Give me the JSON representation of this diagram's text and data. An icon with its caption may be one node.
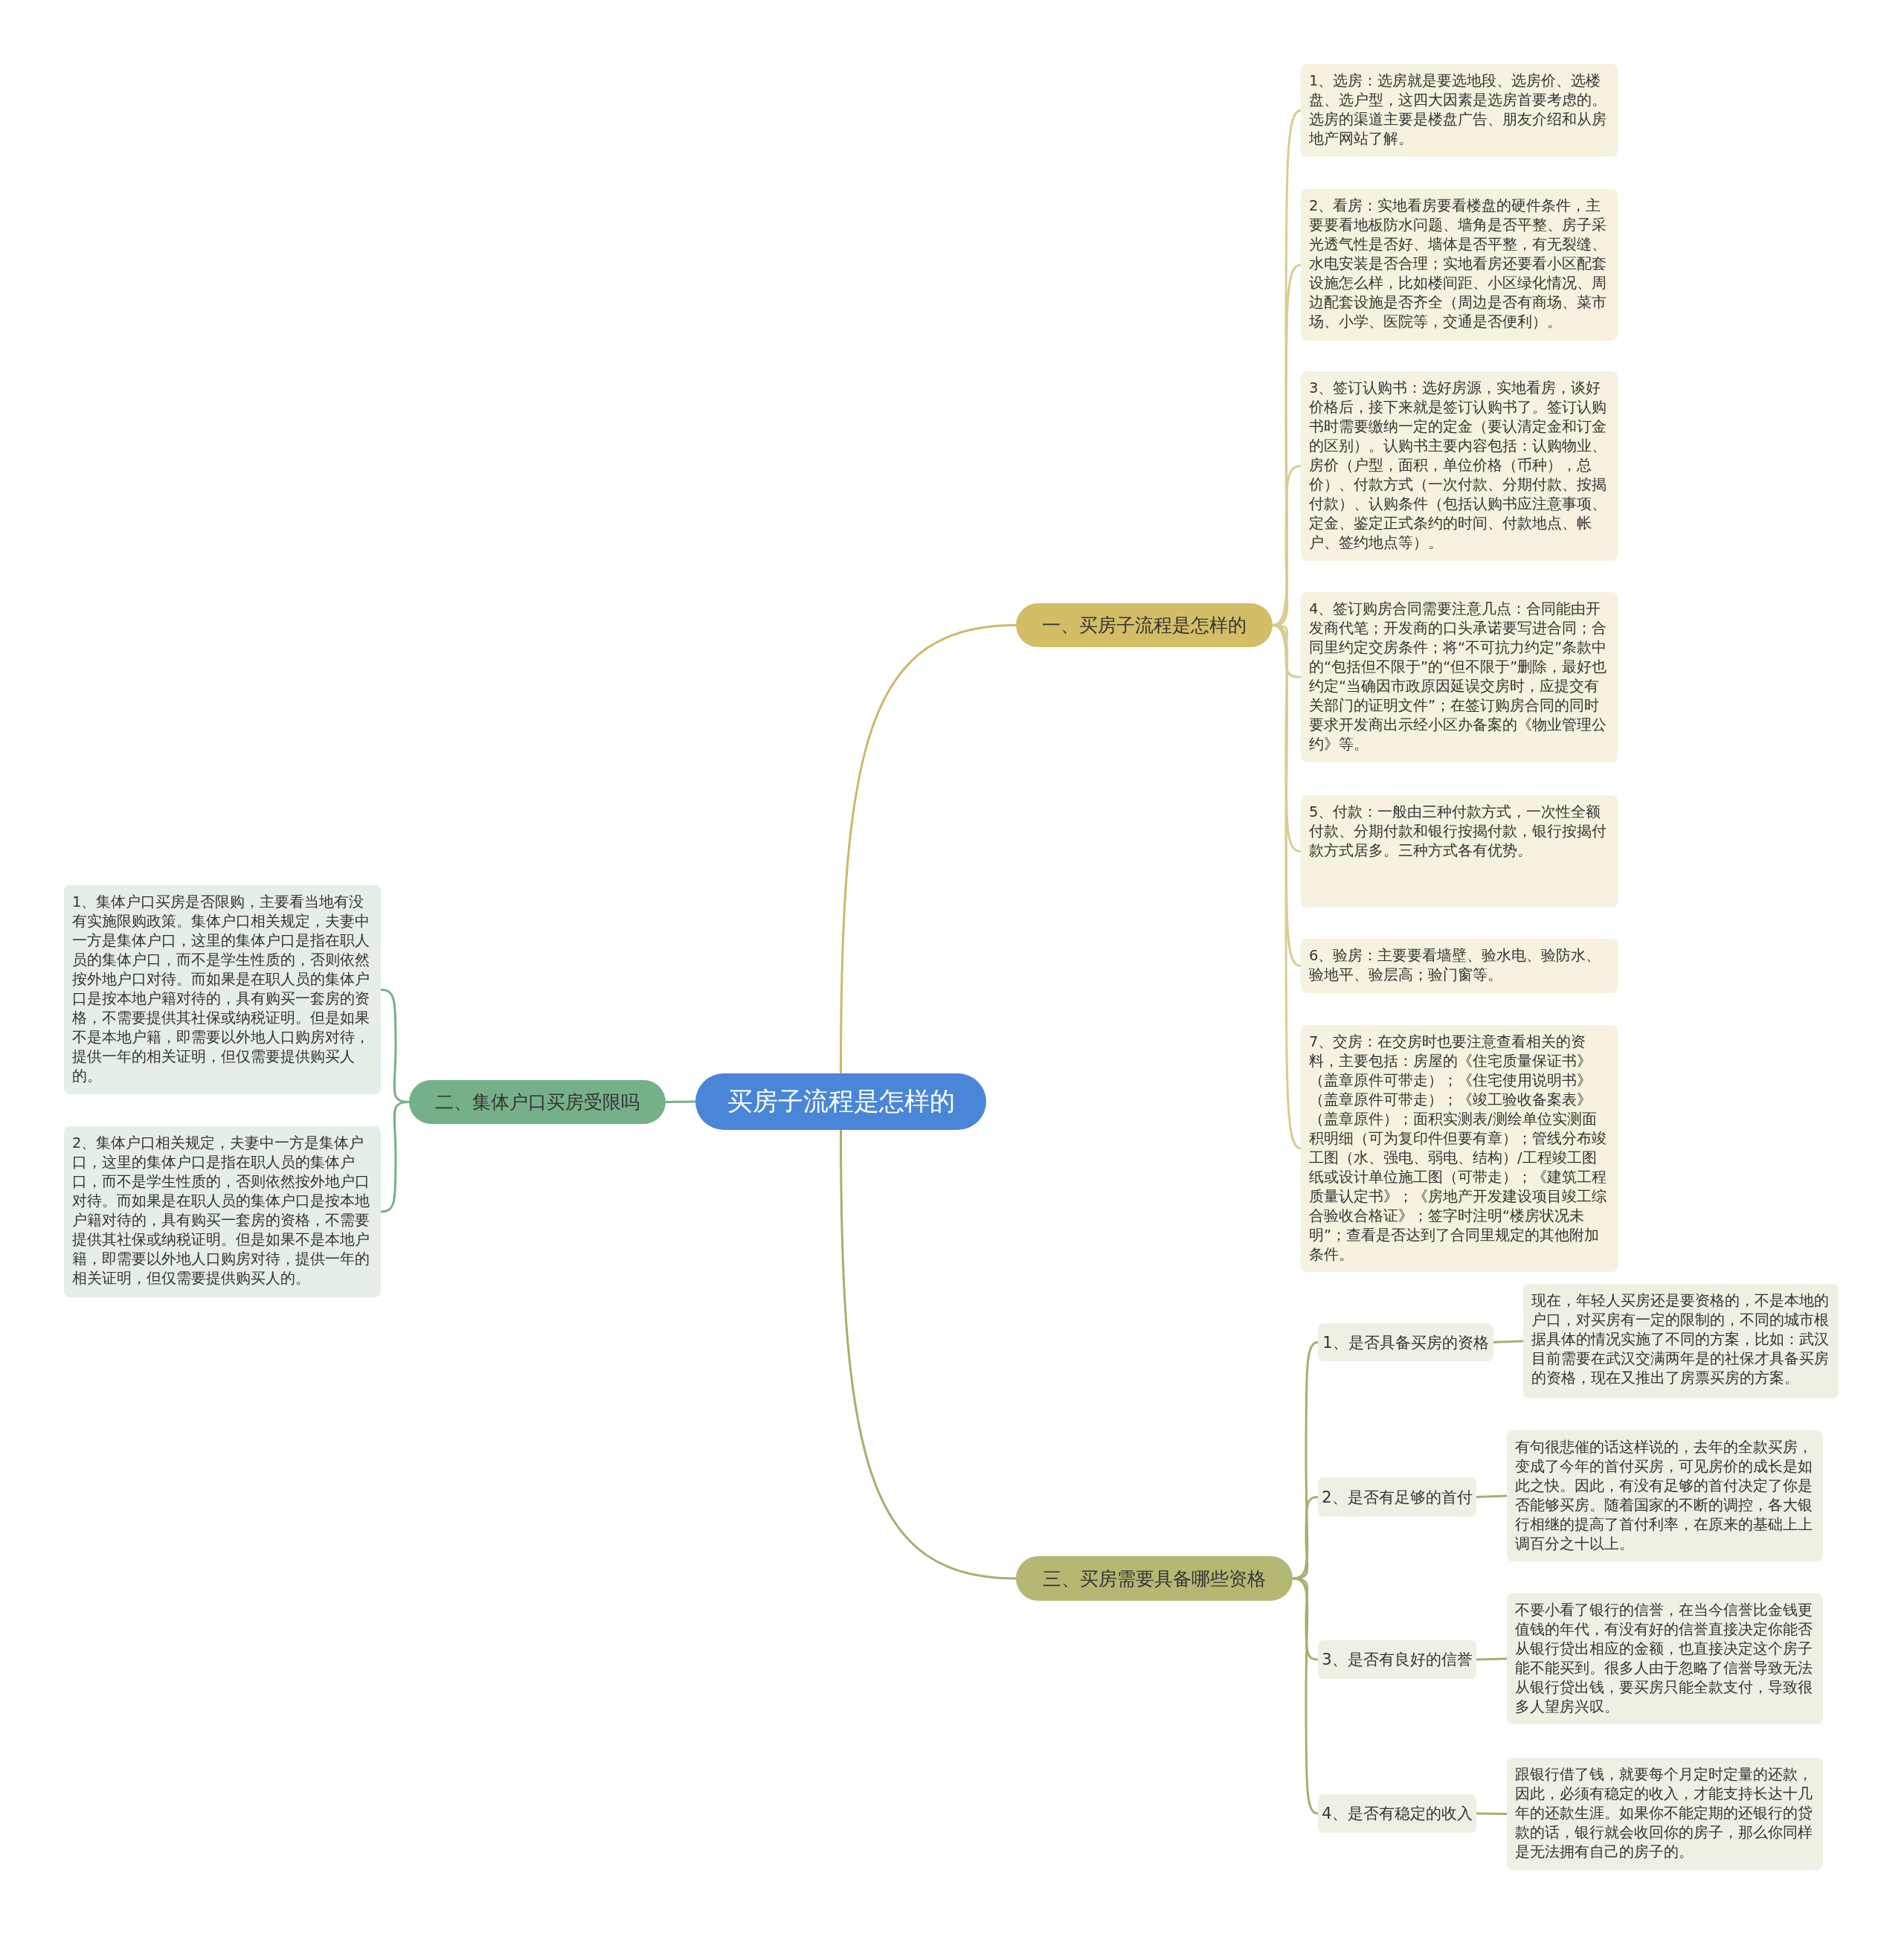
{
  "diagram": {
    "nodes": [
      {
        "text": [
          "买房子流程是怎样的"
        ]
      },
      {
        "text": [
          "一、买房子流程是怎样的"
        ]
      },
      {
        "text": [
          "1、选房：选房就是要选地段、选房价、选楼盘、选户型，这四大因素是选房首要考虑的。选房的渠道主要是楼盘广告、朋友介绍和从房地产网站了解。"
        ]
      },
      {
        "text": [
          "2、看房：实地看房要看楼盘的硬件条件，主要要看地板防水问题、墙角是否平整、房子采光透气性是否好、墙体是否平整，有无裂缝、水电安装是否合理；实地看房还要看小区配套设施怎么样，比如楼间距、小区绿化情况、周边配套设施是否齐全（周边是否有商场、菜市场、小学、医院等，交通是否便利）。"
        ]
      },
      {
        "text": [
          "3、签订认购书：选好房源，实地看房，谈好价格后，接下来就是签订认购书了。签订认购书时需要缴纳一定的定金（要认清定金和订金的区别）。认购书主要内容包括：认购物业、房价（户型，面积，单位价格（币种），总价）、付款方式（一次付款、分期付款、按揭付款）、认购条件（包括认购书应注意事项、定金、鉴定正式条约的时间、付款地点、帐户、签约地点等）。"
        ]
      },
      {
        "text": [
          "4、签订购房合同需要注意几点：合同能由开发商代笔；开发商的口头承诺要写进合同；合同里约定交房条件；将“不可抗力约定”条款中的“包括但不限于”的“但不限于”删除，最好也约定“当确因市政原因延误交房时，应提交有关部门的证明文件”；在签订购房合同的同时要求开发商出示经小区办备案的《物业管理公约》等。"
        ]
      },
      {
        "text": [
          "5、付款：一般由三种付款方式，一次性全额付款、分期付款和银行按揭付款，银行按揭付款方式居多。三种方式各有优势。"
        ]
      },
      {
        "text": [
          "6、验房：主要要看墙壁、验水电、验防水、验地平、验层高；验门窗等。"
        ]
      },
      {
        "text": [
          "7、交房：在交房时也要注意查看相关的资料，主要包括：房屋的《住宅质量保证书》（盖章原件可带走）；《住宅使用说明书》（盖章原件可带走）；《竣工验收备案表》（盖章原件）；面积实测表/测绘单位实测面积明细（可为复印件但要有章）；管线分布竣工图（水、强电、弱电、结构）/工程竣工图纸或设计单位施工图（可带走）；《建筑工程质量认定书》；《房地产开发建设项目竣工综合验收合格证》；签字时注明“楼房状况未明”；查看是否达到了合同里规定的其他附加条件。"
        ]
      },
      {
        "text": [
          "二、集体户口买房受限吗"
        ]
      },
      {
        "text": [
          "1、集体户口买房是否限购，主要看当地有没有实施限购政策。集体户口相关规定，夫妻中一方是集体户口，这里的集体户口是指在职人员的集体户口，而不是学生性质的，否则依然按外地户口对待。而如果是在职人员的集体户口是按本地户籍对待的，具有购买一套房的资格，不需要提供其社保或纳税证明。但是如果不是本地户籍，即需要以外地人口购房对待，提供一年的相关证明，但仅需要提供购买人的。"
        ]
      },
      {
        "text": [
          "2、集体户口相关规定，夫妻中一方是集体户口，这里的集体户口是指在职人员的集体户口，而不是学生性质的，否则依然按外地户口对待。而如果是在职人员的集体户口是按本地户籍对待的，具有购买一套房的资格，不需要提供其社保或纳税证明。但是如果不是本地户籍，即需要以外地人口购房对待，提供一年的相关证明，但仅需要提供购买人的。"
        ]
      },
      {
        "text": [
          "三、买房需要具备哪些资格"
        ]
      },
      {
        "text": [
          "1、是否具备买房的资格"
        ]
      },
      {
        "text": [
          "现在，年轻人买房还是要资格的，不是本地的户口，对买房有一定的限制的，不同的城市根据具体的情况实施了不同的方案，比如：武汉目前需要在武汉交满两年是的社保才具备买房的资格，现在又推出了房票买房的方案。"
        ]
      },
      {
        "text": [
          "2、是否有足够的首付"
        ]
      },
      {
        "text": [
          "有句很悲催的话这样说的，去年的全款买房，变成了今年的首付买房，可见房价的成长是如此之快。因此，有没有足够的首付决定了你是否能够买房。随着国家的不断的调控，各大银行相继的提高了首付利率，在原来的基础上上调百分之十以上。"
        ]
      },
      {
        "text": [
          "3、是否有良好的信誉"
        ]
      },
      {
        "text": [
          "不要小看了银行的信誉，在当今信誉比金钱更值钱的年代，有没有好的信誉直接决定你能否从银行贷出相应的金额，也直接决定这个房子能不能买到。很多人由于忽略了信誉导致无法从银行贷出钱，要买房只能全款支付，导致很多人望房兴叹。"
        ]
      },
      {
        "text": [
          "4、是否有稳定的收入"
        ]
      },
      {
        "text": [
          "跟银行借了钱，就要每个月定时定量的还款，因此，必须有稳定的收入，才能支持长达十几年的还款生涯。如果你不能定期的还银行的贷款的话，银行就会收回你的房子，那么你同样是无法拥有自己的房子的。"
        ]
      }
    ],
    "edges": [
      {
        "from": 0,
        "to": 1,
        "arrow": "none",
        "color": "#cdb86a"
      },
      {
        "from": 1,
        "to": 2,
        "arrow": "none",
        "color": "#d9cc91"
      },
      {
        "from": 1,
        "to": 3,
        "arrow": "none",
        "color": "#d9cc91"
      },
      {
        "from": 1,
        "to": 4,
        "arrow": "none",
        "color": "#d9cc91"
      },
      {
        "from": 1,
        "to": 5,
        "arrow": "none",
        "color": "#d9cc91"
      },
      {
        "from": 1,
        "to": 6,
        "arrow": "none",
        "color": "#d9cc91"
      },
      {
        "from": 1,
        "to": 7,
        "arrow": "none",
        "color": "#d9cc91"
      },
      {
        "from": 1,
        "to": 8,
        "arrow": "none",
        "color": "#d9cc91"
      },
      {
        "from": 0,
        "to": 9,
        "arrow": "none",
        "color": "#78b08b"
      },
      {
        "from": 9,
        "to": 10,
        "arrow": "none",
        "color": "#78b08b"
      },
      {
        "from": 9,
        "to": 11,
        "arrow": "none",
        "color": "#78b08b"
      },
      {
        "from": 0,
        "to": 12,
        "arrow": "none",
        "color": "#a8ae6e"
      },
      {
        "from": 12,
        "to": 13,
        "arrow": "none",
        "color": "#a8ae6e"
      },
      {
        "from": 12,
        "to": 15,
        "arrow": "none",
        "color": "#a8ae6e"
      },
      {
        "from": 12,
        "to": 17,
        "arrow": "none",
        "color": "#a8ae6e"
      },
      {
        "from": 12,
        "to": 19,
        "arrow": "none",
        "color": "#a8ae6e"
      },
      {
        "from": 13,
        "to": 14,
        "arrow": "none",
        "color": "#a8ae6e"
      },
      {
        "from": 15,
        "to": 16,
        "arrow": "none",
        "color": "#a8ae6e"
      },
      {
        "from": 17,
        "to": 18,
        "arrow": "none",
        "color": "#a8ae6e"
      },
      {
        "from": 19,
        "to": 20,
        "arrow": "none",
        "color": "#a8ae6e"
      }
    ]
  }
}
